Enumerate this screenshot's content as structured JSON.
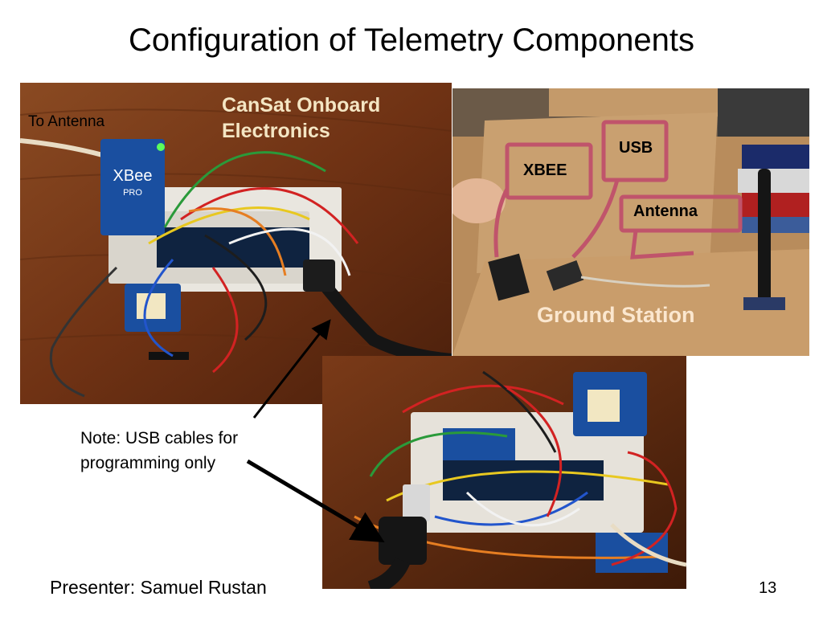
{
  "slide": {
    "title": "Configuration of Telemetry  Components",
    "page_number": "13",
    "presenter": "Presenter: Samuel Rustan"
  },
  "onboard_photo": {
    "heading_line1": "CanSat Onboard",
    "heading_line2": "Electronics",
    "antenna_label": "To Antenna",
    "module_marking": "XBee",
    "module_sub_marking": "PRO"
  },
  "ground_photo": {
    "caption": "Ground Station",
    "callouts": {
      "xbee": "XBEE",
      "usb": "USB",
      "antenna": "Antenna"
    },
    "callout_color": "#c0546b"
  },
  "note": {
    "line1": "Note: USB cables for",
    "line2": "programming only"
  },
  "colors": {
    "wood": "#7a3a18",
    "cardboard": "#b48a5a",
    "xbee_blue": "#1a4fa0"
  }
}
